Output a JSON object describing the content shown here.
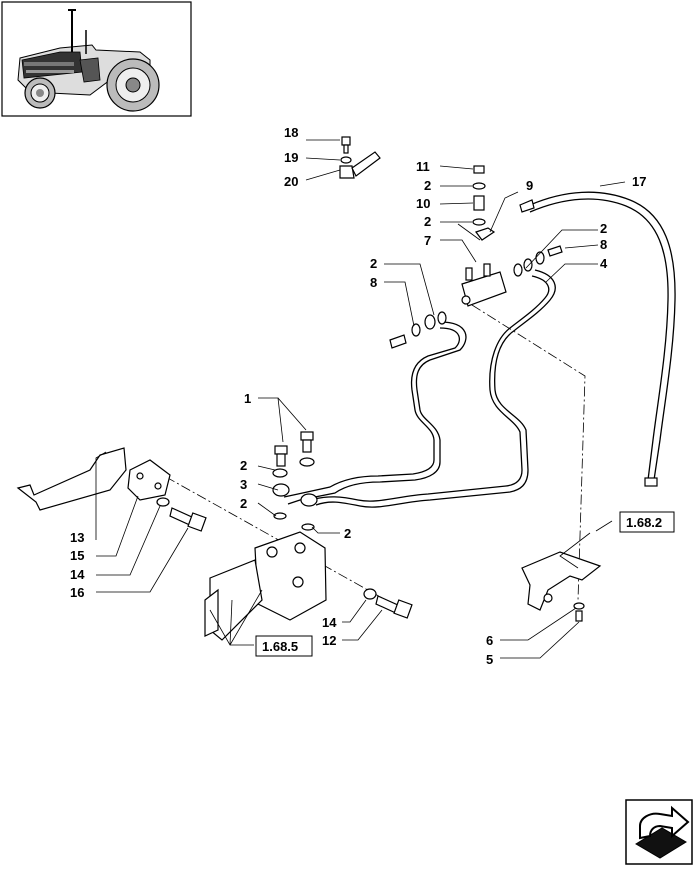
{
  "callouts": [
    {
      "id": "c18",
      "text": "18"
    },
    {
      "id": "c19",
      "text": "19"
    },
    {
      "id": "c20",
      "text": "20"
    },
    {
      "id": "c11",
      "text": "11"
    },
    {
      "id": "c2a",
      "text": "2"
    },
    {
      "id": "c10",
      "text": "10"
    },
    {
      "id": "c2b",
      "text": "2"
    },
    {
      "id": "c7",
      "text": "7"
    },
    {
      "id": "c9",
      "text": "9"
    },
    {
      "id": "c17",
      "text": "17"
    },
    {
      "id": "c2c",
      "text": "2"
    },
    {
      "id": "c8a",
      "text": "8"
    },
    {
      "id": "c4",
      "text": "4"
    },
    {
      "id": "c2d",
      "text": "2"
    },
    {
      "id": "c8b",
      "text": "8"
    },
    {
      "id": "c1",
      "text": "1"
    },
    {
      "id": "c2e",
      "text": "2"
    },
    {
      "id": "c3",
      "text": "3"
    },
    {
      "id": "c2f",
      "text": "2"
    },
    {
      "id": "c2g",
      "text": "2"
    },
    {
      "id": "c13",
      "text": "13"
    },
    {
      "id": "c15",
      "text": "15"
    },
    {
      "id": "c14a",
      "text": "14"
    },
    {
      "id": "c16",
      "text": "16"
    },
    {
      "id": "c14b",
      "text": "14"
    },
    {
      "id": "c12",
      "text": "12"
    },
    {
      "id": "c6",
      "text": "6"
    },
    {
      "id": "c5",
      "text": "5"
    }
  ],
  "references": {
    "ref_1682": "1.68.2",
    "ref_1685": "1.68.5"
  },
  "icons": {
    "thumbnail": "tractor-thumbnail-icon",
    "nav": "next-page-arrow-icon"
  }
}
